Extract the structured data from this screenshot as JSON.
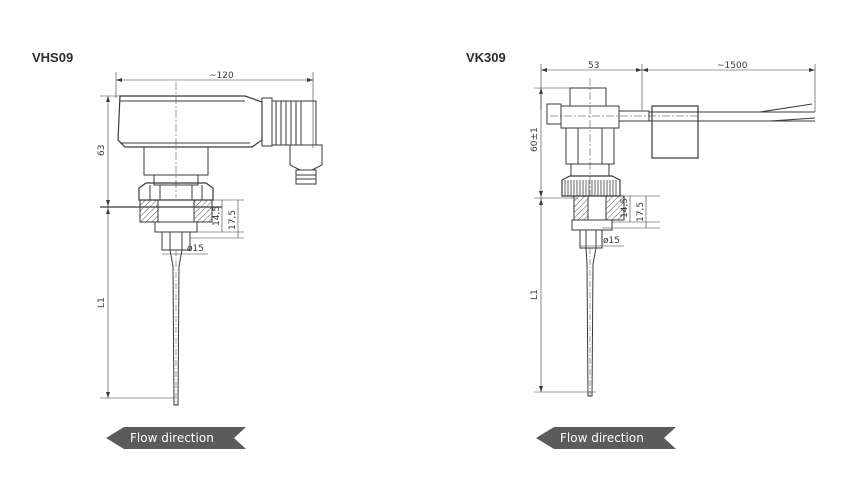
{
  "left_drawing": {
    "title": "VHS09",
    "dim_width": "~120",
    "dim_height": "63",
    "dim_14": "14,5",
    "dim_17": "17,5",
    "dim_dia": "ø15",
    "dim_length": "L1",
    "flow_label": "Flow direction"
  },
  "right_drawing": {
    "title": "VK309",
    "dim_width": "53",
    "dim_cable": "~1500",
    "dim_height": "60±1",
    "dim_14": "14,5",
    "dim_17": "17,5",
    "dim_dia": "ø15",
    "dim_length": "L1",
    "flow_label": "Flow direction"
  },
  "colors": {
    "arrow": "#5b5b5b",
    "line": "#3a3a3a"
  }
}
